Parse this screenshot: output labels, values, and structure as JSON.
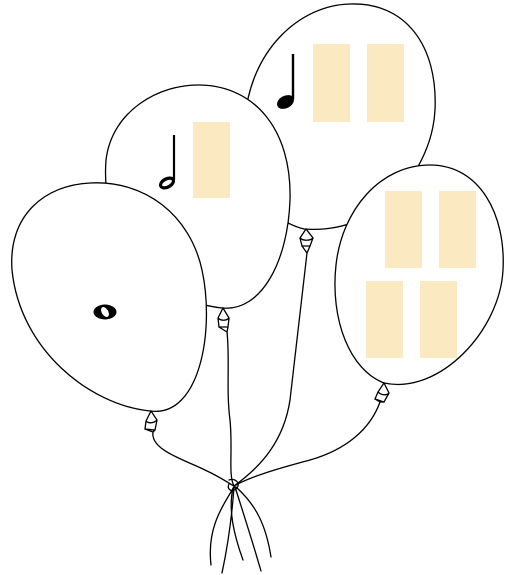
{
  "colors": {
    "background": "#ffffff",
    "outline": "#000000",
    "box_fill": "#fbe9c2",
    "balloon_fill": "#ffffff"
  },
  "balloons": [
    {
      "id": "whole-note",
      "note": "whole-note-icon",
      "blank_boxes": 0
    },
    {
      "id": "half-note",
      "note": "half-note-icon",
      "blank_boxes": 1
    },
    {
      "id": "quarter-note",
      "note": "quarter-note-icon",
      "blank_boxes": 2
    },
    {
      "id": "empty",
      "note": "",
      "blank_boxes": 4
    }
  ]
}
